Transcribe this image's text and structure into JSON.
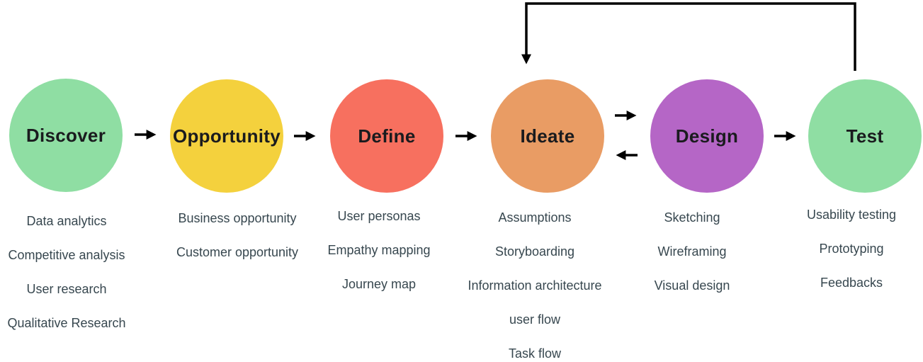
{
  "diagram": {
    "background_color": "#ffffff",
    "arrow_color": "#000000",
    "item_text_color": "#37474F",
    "label_text_color": "#1a1b1e"
  },
  "stages": [
    {
      "label": "Discover",
      "color": "#8FDEA3",
      "items": [
        "Data analytics",
        "Competitive analysis",
        "User research",
        "Qualitative Research"
      ]
    },
    {
      "label": "Opportunity",
      "color": "#F4D13D",
      "items": [
        "Business opportunity",
        "Customer opportunity"
      ]
    },
    {
      "label": "Define",
      "color": "#F7705F",
      "items": [
        "User personas",
        "Empathy mapping",
        "Journey map"
      ]
    },
    {
      "label": "Ideate",
      "color": "#E99C64",
      "items": [
        "Assumptions",
        "Storyboarding",
        "Information architecture",
        "user flow",
        "Task flow"
      ]
    },
    {
      "label": "Design",
      "color": "#B566C6",
      "items": [
        "Sketching",
        "Wireframing",
        "Visual design"
      ]
    },
    {
      "label": "Test",
      "color": "#8FDEA3",
      "items": [
        "Usability testing",
        "Prototyping",
        "Feedbacks"
      ]
    }
  ]
}
